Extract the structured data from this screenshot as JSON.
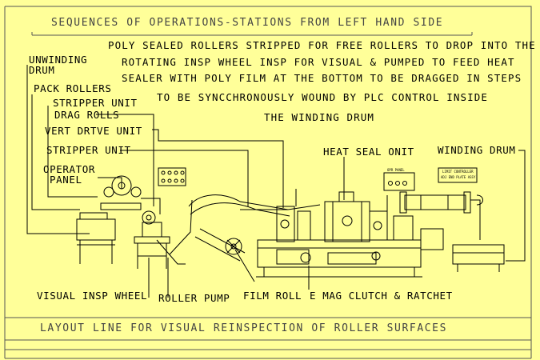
{
  "header": {
    "title": "SEQUENCES OF OPERATIONS-STATIONS FROM LEFT HAND SIDE"
  },
  "description": {
    "lines": [
      "POLY SEALED ROLLERS STRIPPED FOR FREE ROLLERS TO DROP INTO THE",
      "ROTATING  INSP WHEEL INSP FOR VISUAL & PUMPED TO FEED HEAT",
      "SEALER WITH POLY FILM AT THE BOTTOM TO BE DRAGGED IN STEPS",
      "TO BE SYNCCHRONOUSLY  WOUND  BY PLC CONTROL INSIDE",
      "THE WINDING DRUM"
    ]
  },
  "labels": {
    "unwinding_drum_1": "UNWINDING",
    "unwinding_drum_2": "DRUM",
    "pack_rollers": "PACK ROLLERS",
    "stripper_unit_top": "STRIPPER UNIT",
    "drag_rolls": "DRAG ROLLS",
    "vert_drive_unit": "VERT DRTVE UNIT",
    "stripper_unit": "STRIPPER UNIT",
    "operator_panel_1": "OPERATOR",
    "operator_panel_2": "PANEL",
    "heat_seal_unit": "HEAT SEAL ONIT",
    "winding_drum": "WINDING DRUM",
    "visual_insp_wheel": "VISUAL INSP WHEEL",
    "roller_pump": "ROLLER PUMP",
    "film_roll": "FILM ROLL",
    "mag_clutch": "E MAG CLUTCH & RATCHET",
    "opr_panel_small": "OPR PANEL",
    "limit_controller_1": "LIMIT CONTROLLER",
    "limit_controller_2": "ADJ END PLATE ASSY"
  },
  "footer": {
    "title": "LAYOUT  LINE FOR VISUAL REINSPECTION OF ROLLER SURFACES"
  },
  "colors": {
    "background": "#ffff99",
    "line": "#000000",
    "frame": "#555555"
  }
}
